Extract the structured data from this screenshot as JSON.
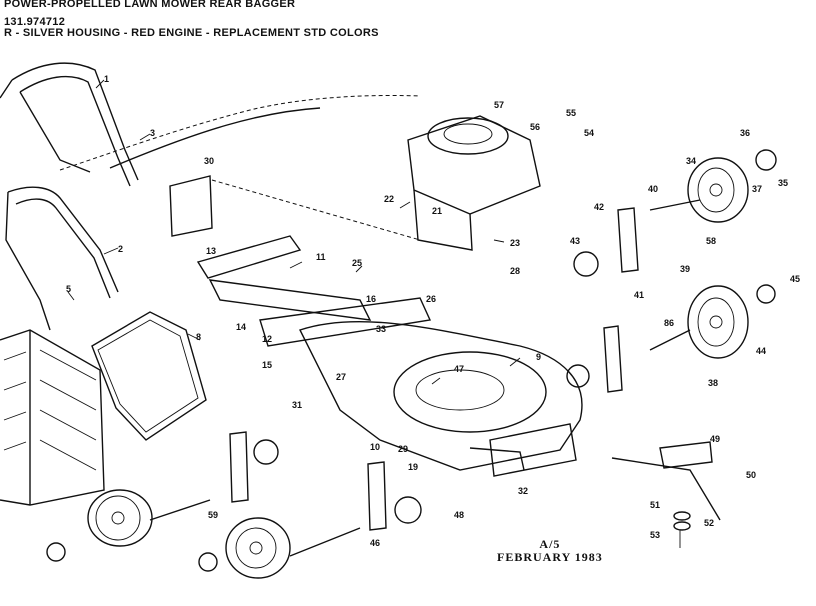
{
  "header": {
    "line1": "POWER-PROPELLED LAWN MOWER REAR BAGGER",
    "line2": "131.974712",
    "line3": "R - SILVER HOUSING - RED ENGINE - REPLACEMENT STD COLORS"
  },
  "stamp": {
    "code": "A/5",
    "date": "FEBRUARY 1983"
  },
  "callouts": [
    "1",
    "2",
    "3",
    "5",
    "8",
    "9",
    "10",
    "11",
    "12",
    "13",
    "14",
    "15",
    "16",
    "19",
    "21",
    "22",
    "23",
    "25",
    "26",
    "27",
    "28",
    "29",
    "30",
    "31",
    "32",
    "33",
    "34",
    "35",
    "36",
    "37",
    "38",
    "39",
    "40",
    "41",
    "42",
    "43",
    "44",
    "45",
    "46",
    "47",
    "48",
    "49",
    "50",
    "51",
    "52",
    "53",
    "54",
    "55",
    "56",
    "57",
    "58",
    "59",
    "86"
  ]
}
